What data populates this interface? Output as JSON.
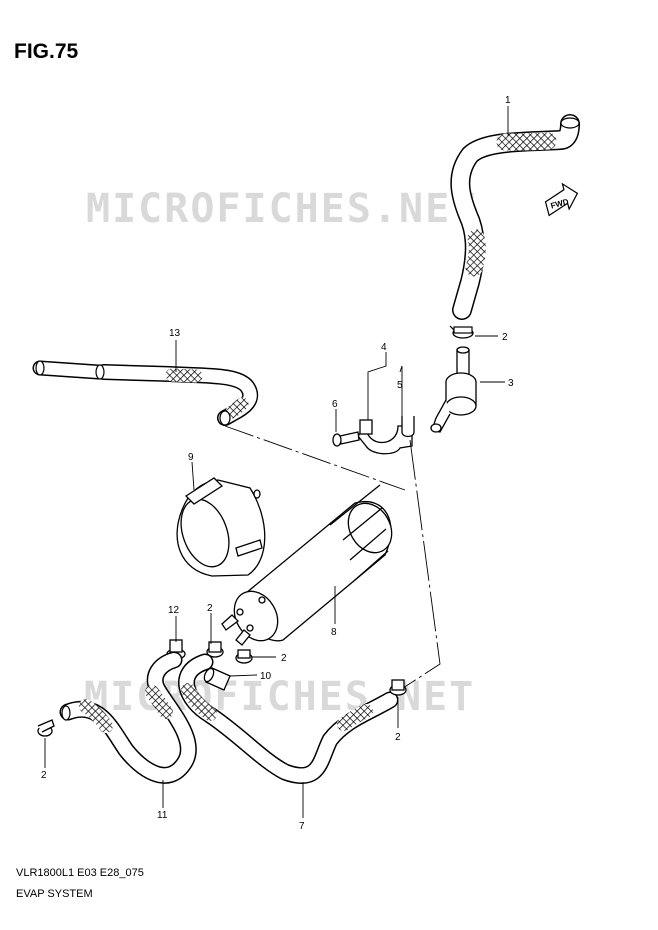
{
  "figure": {
    "title": "FIG.75",
    "model_code": "VLR1800L1 E03 E28_075",
    "section_name": "EVAP SYSTEM"
  },
  "watermark": {
    "text": "MICROFICHES.NET",
    "color": "#d9d9d9"
  },
  "direction_badge": "FWD",
  "callouts": [
    {
      "id": "c1",
      "label": "1"
    },
    {
      "id": "c2a",
      "label": "2"
    },
    {
      "id": "c3",
      "label": "3"
    },
    {
      "id": "c4",
      "label": "4"
    },
    {
      "id": "c5",
      "label": "5"
    },
    {
      "id": "c6",
      "label": "6"
    },
    {
      "id": "c13",
      "label": "13"
    },
    {
      "id": "c9",
      "label": "9"
    },
    {
      "id": "c12",
      "label": "12"
    },
    {
      "id": "c2b",
      "label": "2"
    },
    {
      "id": "c8",
      "label": "8"
    },
    {
      "id": "c2c",
      "label": "2"
    },
    {
      "id": "c10",
      "label": "10"
    },
    {
      "id": "c2d",
      "label": "2"
    },
    {
      "id": "c2e",
      "label": "2"
    },
    {
      "id": "c11",
      "label": "11"
    },
    {
      "id": "c7",
      "label": "7"
    }
  ]
}
